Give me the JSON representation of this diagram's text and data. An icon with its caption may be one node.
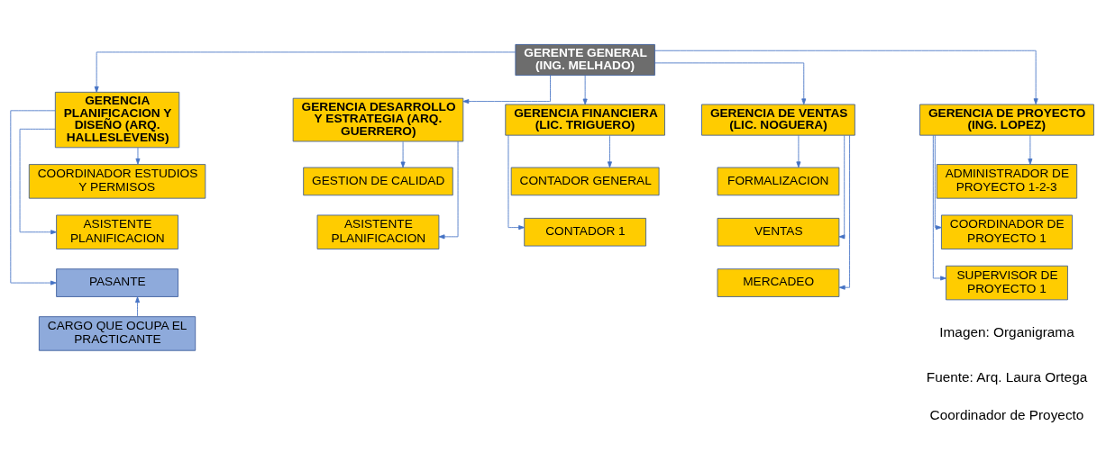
{
  "diagram": {
    "nodes": [
      {
        "text": [
          "GERENTE GENERAL (ING. MELHADO)"
        ]
      },
      {
        "text": [
          "GERENCIA PLANIFICACION Y DISEÑO (ARQ. HALLESLEVENS)"
        ]
      },
      {
        "text": [
          "COORDINADOR ESTUDIOS Y PERMISOS"
        ]
      },
      {
        "text": [
          "ASISTENTE PLANIFICACION"
        ]
      },
      {
        "text": [
          "PASANTE"
        ]
      },
      {
        "text": [
          "GERENCIA DESARROLLO Y ESTRATEGIA (ARQ. GUERRERO)"
        ]
      },
      {
        "text": [
          "GESTION DE CALIDAD"
        ]
      },
      {
        "text": [
          "ASISTENTE PLANIFICACION"
        ]
      },
      {
        "text": [
          "GERENCIA FINANCIERA (LIC. TRIGUERO)"
        ]
      },
      {
        "text": [
          "CONTADOR GENERAL"
        ]
      },
      {
        "text": [
          "CONTADOR 1"
        ]
      },
      {
        "text": [
          "GERENCIA DE VENTAS (LIC. NOGUERA)"
        ]
      },
      {
        "text": [
          "FORMALIZACION"
        ]
      },
      {
        "text": [
          "VENTAS"
        ]
      },
      {
        "text": [
          "MERCADEO"
        ]
      },
      {
        "text": [
          "GERENCIA DE PROYECTO (ING. LOPEZ)"
        ]
      },
      {
        "text": [
          "ADMINISTRADOR DE PROYECTO 1-2-3"
        ]
      },
      {
        "text": [
          "COORDINADOR DE PROYECTO 1"
        ]
      },
      {
        "text": [
          "SUPERVISOR DE PROYECTO 1"
        ]
      },
      {
        "text": [
          "CARGO QUE OCUPA EL PRACTICANTE"
        ]
      }
    ],
    "edges": [
      {
        "from": 0,
        "to": 1,
        "arrow": "to"
      },
      {
        "from": 0,
        "to": 5,
        "arrow": "to"
      },
      {
        "from": 0,
        "to": 8,
        "arrow": "to"
      },
      {
        "from": 0,
        "to": 11,
        "arrow": "to"
      },
      {
        "from": 0,
        "to": 15,
        "arrow": "to"
      },
      {
        "from": 1,
        "to": 2,
        "arrow": "to"
      },
      {
        "from": 1,
        "to": 3,
        "arrow": "to"
      },
      {
        "from": 1,
        "to": 4,
        "arrow": "to"
      },
      {
        "from": 5,
        "to": 6,
        "arrow": "to"
      },
      {
        "from": 5,
        "to": 7,
        "arrow": "to"
      },
      {
        "from": 8,
        "to": 9,
        "arrow": "to"
      },
      {
        "from": 8,
        "to": 10,
        "arrow": "to"
      },
      {
        "from": 11,
        "to": 12,
        "arrow": "to"
      },
      {
        "from": 11,
        "to": 13,
        "arrow": "to"
      },
      {
        "from": 11,
        "to": 14,
        "arrow": "to"
      },
      {
        "from": 15,
        "to": 16,
        "arrow": "to"
      },
      {
        "from": 15,
        "to": 17,
        "arrow": "to"
      },
      {
        "from": 15,
        "to": 18,
        "arrow": "to"
      },
      {
        "from": 19,
        "to": 4,
        "arrow": "to"
      }
    ],
    "labels": [
      "Imagen: Organigrama",
      "Fuente: Arq. Laura Ortega",
      "Coordinador de Proyecto"
    ]
  }
}
